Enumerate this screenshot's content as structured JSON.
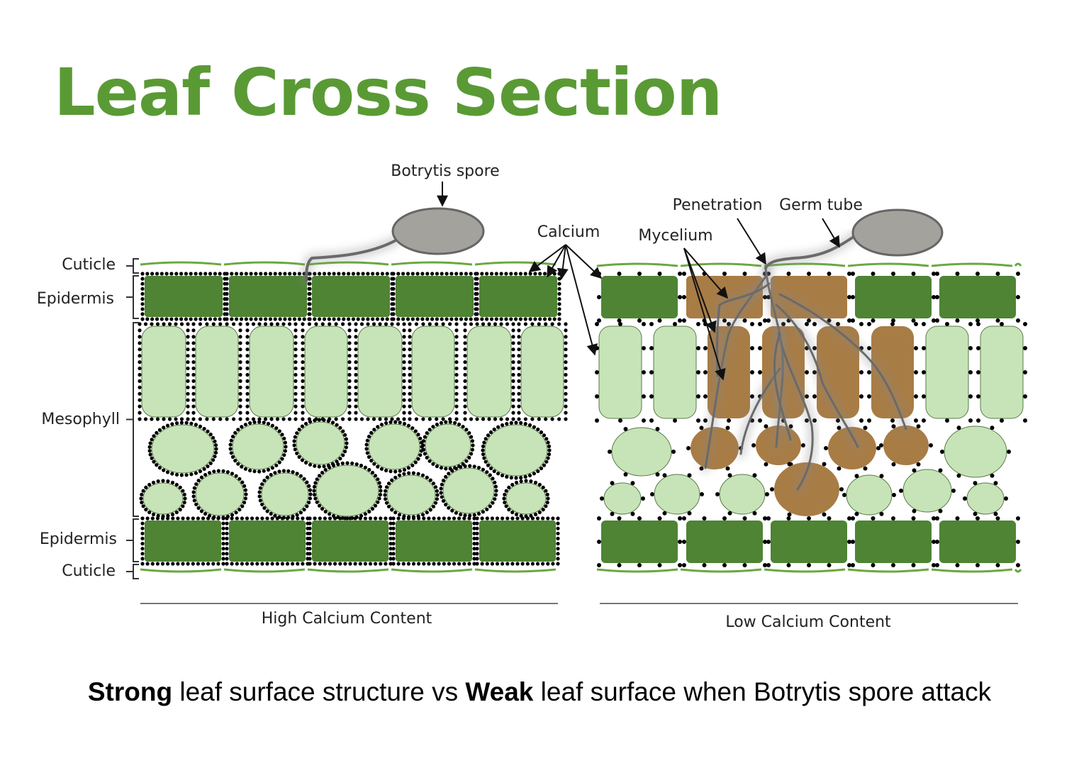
{
  "title": "Leaf Cross Section",
  "colors": {
    "title": "#5a9a35",
    "epidermis": "#4e8434",
    "mesophyll": "#c7e4b8",
    "cuticle": "#6aa83f",
    "infected": "#a87c45",
    "calcium_dot": "#000000",
    "spore": "#a4a29c",
    "hypha": "#6a6a6a"
  },
  "labels": {
    "botrytis_spore": "Botrytis spore",
    "calcium": "Calcium",
    "penetration": "Penetration",
    "germ_tube": "Germ tube",
    "mycelium": "Mycelium",
    "cuticle_top": "Cuticle",
    "epidermis_top": "Epidermis",
    "mesophyll": "Mesophyll",
    "epidermis_bottom": "Epidermis",
    "cuticle_bottom": "Cuticle"
  },
  "panels": {
    "left": "High Calcium Content",
    "right": "Low Calcium Content"
  },
  "caption": {
    "strong": "Strong",
    "middle": " leaf surface structure vs ",
    "weak": "Weak",
    "end": " leaf surface when Botrytis spore attack"
  },
  "icons": {
    "spore": "oval-spore",
    "calcium": "black-dot"
  }
}
